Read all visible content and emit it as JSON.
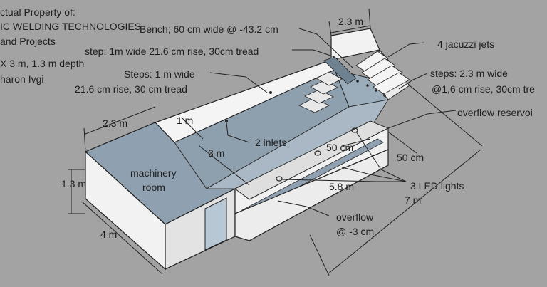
{
  "credits": {
    "line1": "ctual Property of:",
    "line2": "IC WELDING TECHNOLOGIES",
    "line3": "and Projects",
    "line4": "X 3 m, 1.3 m depth",
    "line5": "haron Ivgi"
  },
  "callouts": {
    "bench": "Bench; 60 cm wide @ -43.2 cm",
    "step_top": "step: 1m wide 21.6 cm rise, 30cm tread",
    "steps_line1": "Steps: 1 m wide",
    "steps_line2": "21.6 cm rise, 30 cm tread",
    "jacuzzi": "4 jacuzzi jets",
    "steps_right_line1": "steps: 2.3 m wide",
    "steps_right_line2": "@1,6 cm rise, 30cm tre",
    "overflow_reservoir": "overflow reservoi",
    "inlets": "2 inlets",
    "machinery_line1": "machinery",
    "machinery_line2": "room",
    "led": "3 LED lights",
    "overflow_line1": "overflow",
    "overflow_line2": "@ -3 cm"
  },
  "dimensions": {
    "top_width": "2.3 m",
    "room_width": "2.3 m",
    "depth_left": "1.3 m",
    "room_length": "4 m",
    "pool_width": "3 m",
    "one_m": "1 m",
    "res_width_a": "50 cm",
    "res_width_b": "50 cm",
    "res_length": "5.8 m",
    "total_length": "7 m"
  }
}
